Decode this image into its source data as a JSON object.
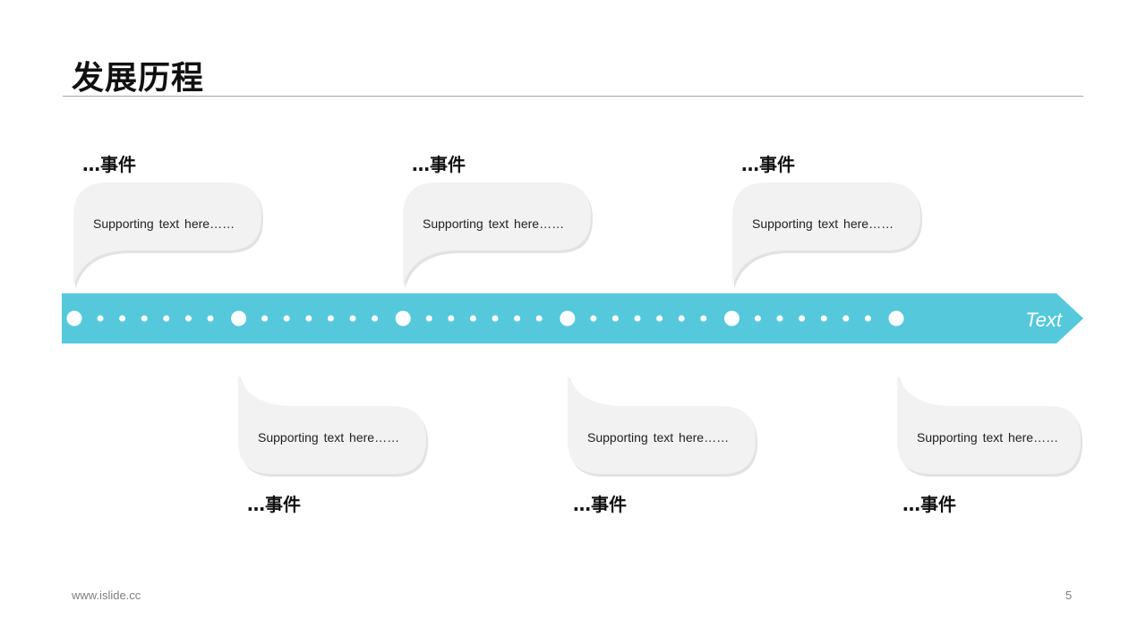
{
  "title": "发展历程",
  "timeline": {
    "end_label": "Text",
    "band_color": "#55c8dc",
    "bubble_color": "#f2f2f2"
  },
  "events": [
    {
      "label": "…事件",
      "text": "Supporting text here……"
    },
    {
      "label": "…事件",
      "text": "Supporting text here……"
    },
    {
      "label": "…事件",
      "text": "Supporting text here……"
    },
    {
      "label": "…事件",
      "text": "Supporting text here……"
    },
    {
      "label": "…事件",
      "text": "Supporting text here……"
    },
    {
      "label": "…事件",
      "text": "Supporting text here……"
    }
  ],
  "footer": {
    "url": "www.islide.cc",
    "page": "5"
  }
}
